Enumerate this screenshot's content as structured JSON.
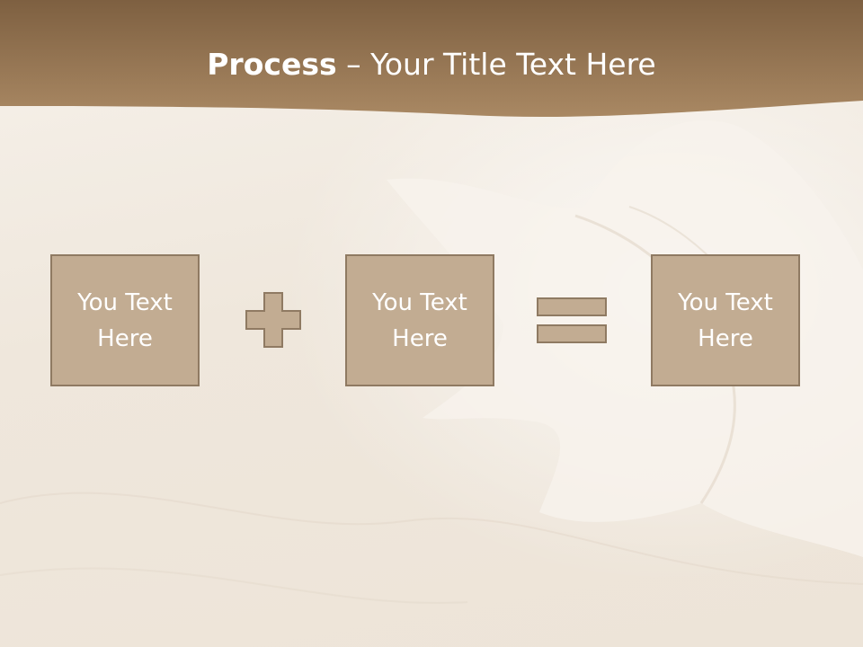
{
  "slide": {
    "title_bold": "Process",
    "title_rest": " – Your Title Text Here",
    "boxes": [
      {
        "text": "You Text Here"
      },
      {
        "text": "You Text Here"
      },
      {
        "text": "You Text Here"
      }
    ],
    "operators": [
      "plus-icon",
      "equals-icon"
    ]
  },
  "colors": {
    "band": "#8b6d4c",
    "box_fill": "#c2ac92",
    "box_border": "#8f7a62",
    "text": "#ffffff"
  }
}
